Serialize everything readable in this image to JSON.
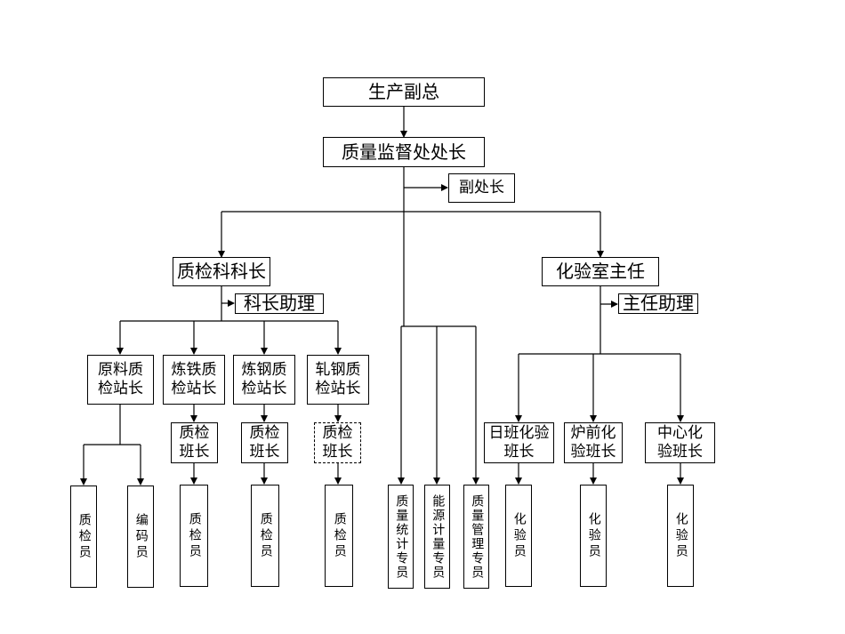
{
  "org": {
    "top": "生产副总",
    "director": "质量监督处处长",
    "deputy": "副处长",
    "qc_chief": "质检科科长",
    "qc_assistant": "科长助理",
    "lab_chief": "化验室主任",
    "lab_assistant": "主任助理",
    "stations": [
      "原料质\n检站长",
      "炼铁质\n检站长",
      "炼钢质\n检站长",
      "轧钢质\n检站长"
    ],
    "team_leaders": [
      "质检\n班长",
      "质检\n班长",
      "质检\n班长"
    ],
    "raw_staff": [
      "质检员",
      "编码员"
    ],
    "station_staff": [
      "质检员",
      "质检员",
      "质检员"
    ],
    "specialists": [
      "质量统计专员",
      "能源计量专员",
      "质量管理专员"
    ],
    "lab_leaders": [
      "日班化验\n班长",
      "炉前化\n验班长",
      "中心化\n验班长"
    ],
    "lab_staff": [
      "化验员",
      "化验员",
      "化验员"
    ]
  }
}
